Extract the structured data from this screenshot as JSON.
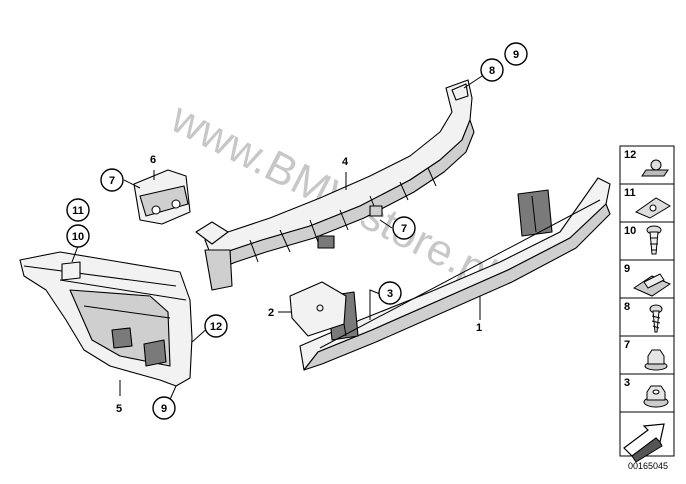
{
  "watermark": "www.BMWstore.pl",
  "diagram_id": "00165045",
  "callouts": {
    "part_1": "1",
    "part_2": "2",
    "part_3": "3",
    "part_4": "4",
    "part_5": "5",
    "part_6": "6",
    "part_7_left": "7",
    "part_7_right": "7",
    "part_8": "8",
    "part_9_top": "9",
    "part_9_bottom": "9",
    "part_10": "10",
    "part_11": "11",
    "part_12": "12"
  },
  "legend": {
    "items": [
      {
        "number": "12",
        "icon": "u-nut-clip-icon"
      },
      {
        "number": "11",
        "icon": "spring-nut-icon"
      },
      {
        "number": "10",
        "icon": "expanding-rivet-icon"
      },
      {
        "number": "9",
        "icon": "sheet-metal-nut-icon"
      },
      {
        "number": "8",
        "icon": "screw-icon"
      },
      {
        "number": "7",
        "icon": "hex-nut-collar-icon"
      },
      {
        "number": "3",
        "icon": "hex-nut-flange-icon"
      }
    ],
    "arrow_icon": "direction-arrow-icon"
  }
}
